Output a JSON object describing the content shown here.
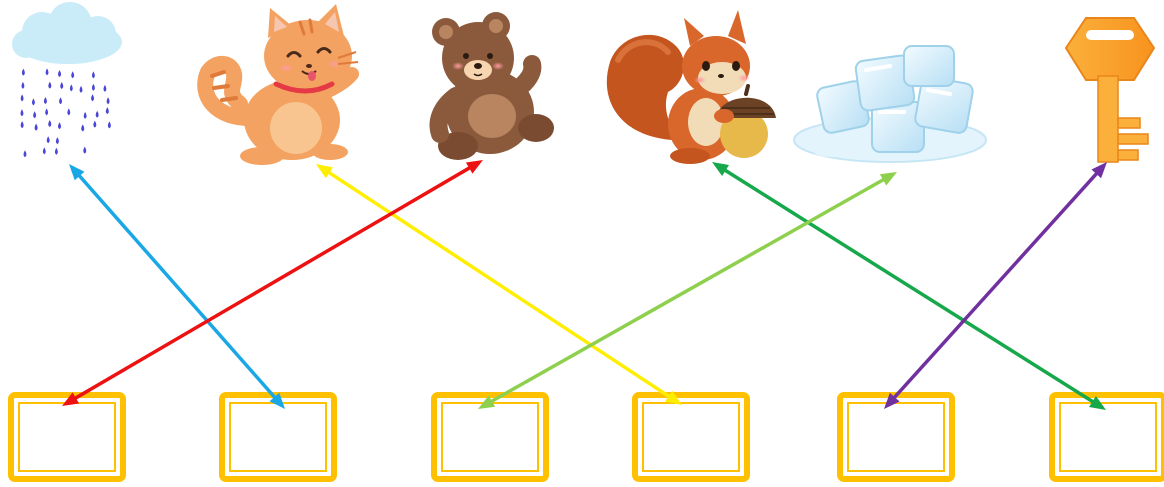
{
  "pictures": [
    {
      "name": "rain-cloud-picture"
    },
    {
      "name": "cat-picture"
    },
    {
      "name": "bear-picture"
    },
    {
      "name": "squirrel-picture"
    },
    {
      "name": "ice-cubes-picture"
    },
    {
      "name": "key-picture"
    }
  ],
  "answer_boxes": [
    {
      "name": "answer-box-1",
      "value": ""
    },
    {
      "name": "answer-box-2",
      "value": ""
    },
    {
      "name": "answer-box-3",
      "value": ""
    },
    {
      "name": "answer-box-4",
      "value": ""
    },
    {
      "name": "answer-box-5",
      "value": ""
    },
    {
      "name": "answer-box-6",
      "value": ""
    }
  ],
  "connections": [
    {
      "from": "rain-cloud-picture",
      "to": "answer-box-2",
      "color": "#1aa7e6"
    },
    {
      "from": "cat-picture",
      "to": "answer-box-4",
      "color": "#ffee00"
    },
    {
      "from": "bear-picture",
      "to": "answer-box-1",
      "color": "#ee1111"
    },
    {
      "from": "squirrel-picture",
      "to": "answer-box-6",
      "color": "#16a84a"
    },
    {
      "from": "ice-cubes-picture",
      "to": "answer-box-3",
      "color": "#8ed04d"
    },
    {
      "from": "key-picture",
      "to": "answer-box-5",
      "color": "#7030a0"
    }
  ],
  "colors": {
    "box_border": "#ffc000",
    "background": "#ffffff"
  }
}
